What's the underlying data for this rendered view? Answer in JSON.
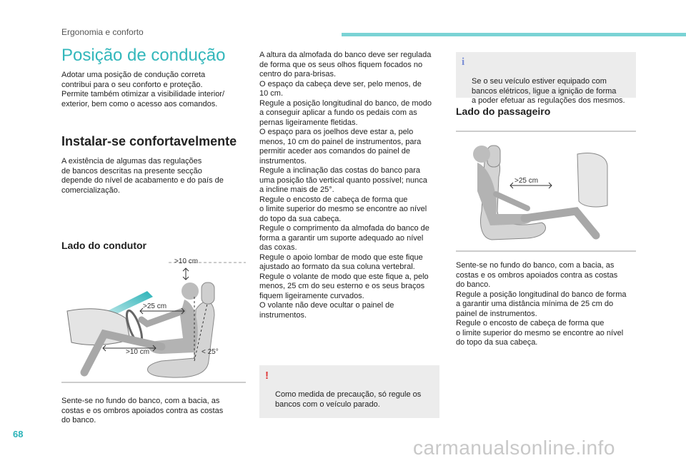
{
  "header": {
    "section": "Ergonomia e conforto",
    "page_number": "68"
  },
  "title": "Posição de condução",
  "intro": "Adotar uma posição de condução correta\ncontribui para o seu conforto e proteção.\nPermite também otimizar a visibilidade interior/\nexterior, bem como o acesso aos comandos.",
  "section_install": {
    "heading": "Instalar-se confortavelmente",
    "text": "A existência de algumas das regulações\nde bancos descritas na presente secção\ndepende do nível de acabamento e do país de\ncomercialização."
  },
  "driver": {
    "heading": "Lado do condutor",
    "figure_labels": {
      "head": ">10 cm",
      "wheel": ">25 cm",
      "knee": ">10 cm",
      "angle": "< 25°"
    },
    "text": "Sente-se no fundo do banco, com a bacia, as\ncostas e os ombros apoiados contra as costas\ndo banco."
  },
  "middle": {
    "text": "A altura da almofada do banco deve ser regulada\nde forma que os seus olhos fiquem focados no\ncentro do para-brisas.\nO espaço da cabeça deve ser, pelo menos, de\n10 cm.\nRegule a posição longitudinal do banco, de modo\na conseguir aplicar a fundo os pedais com as\npernas ligeiramente fletidas.\nO espaço para os joelhos deve estar a, pelo\nmenos, 10 cm do painel de instrumentos, para\npermitir aceder aos comandos do painel de\ninstrumentos.\nRegule a inclinação das costas do banco para\numa posição tão vertical quanto possível; nunca\na incline mais de 25°.\nRegule o encosto de cabeça de forma que\no limite superior do mesmo se encontre ao nível\ndo topo da sua cabeça.\nRegule o comprimento da almofada do banco de\nforma a garantir um suporte adequado ao nível\ndas coxas.\nRegule o apoio lombar de modo que este fique\najustado ao formato da sua coluna vertebral.\nRegule o volante de modo que este fique a, pelo\nmenos, 25 cm do seu esterno e os seus braços\nfiquem ligeiramente curvados.\nO volante não deve ocultar o painel de\ninstrumentos.",
    "warning": "Como medida de precaução, só regule os\nbancos com o veículo parado."
  },
  "passenger": {
    "info": "Se o seu veículo estiver equipado com\nbancos elétricos, ligue a ignição de forma\na poder efetuar as regulações dos mesmos.",
    "heading": "Lado do passageiro",
    "figure_labels": {
      "wheel": ">25 cm"
    },
    "text": "Sente-se no fundo do banco, com a bacia, as\ncostas e os ombros apoiados contra as costas\ndo banco.\nRegule a posição longitudinal do banco de forma\na garantir uma distância mínima de 25 cm do\npainel de instrumentos.\nRegule o encosto de cabeça de forma que\no limite superior do mesmo se encontre ao nível\ndo topo da sua cabeça."
  },
  "watermark": "carmanualsonline.info",
  "colors": {
    "accent": "#33b7bb",
    "header_bar": "#7ad3d5",
    "warning": "#e03a3a",
    "info": "#7b8fd6",
    "notice_bg": "#ececec"
  }
}
